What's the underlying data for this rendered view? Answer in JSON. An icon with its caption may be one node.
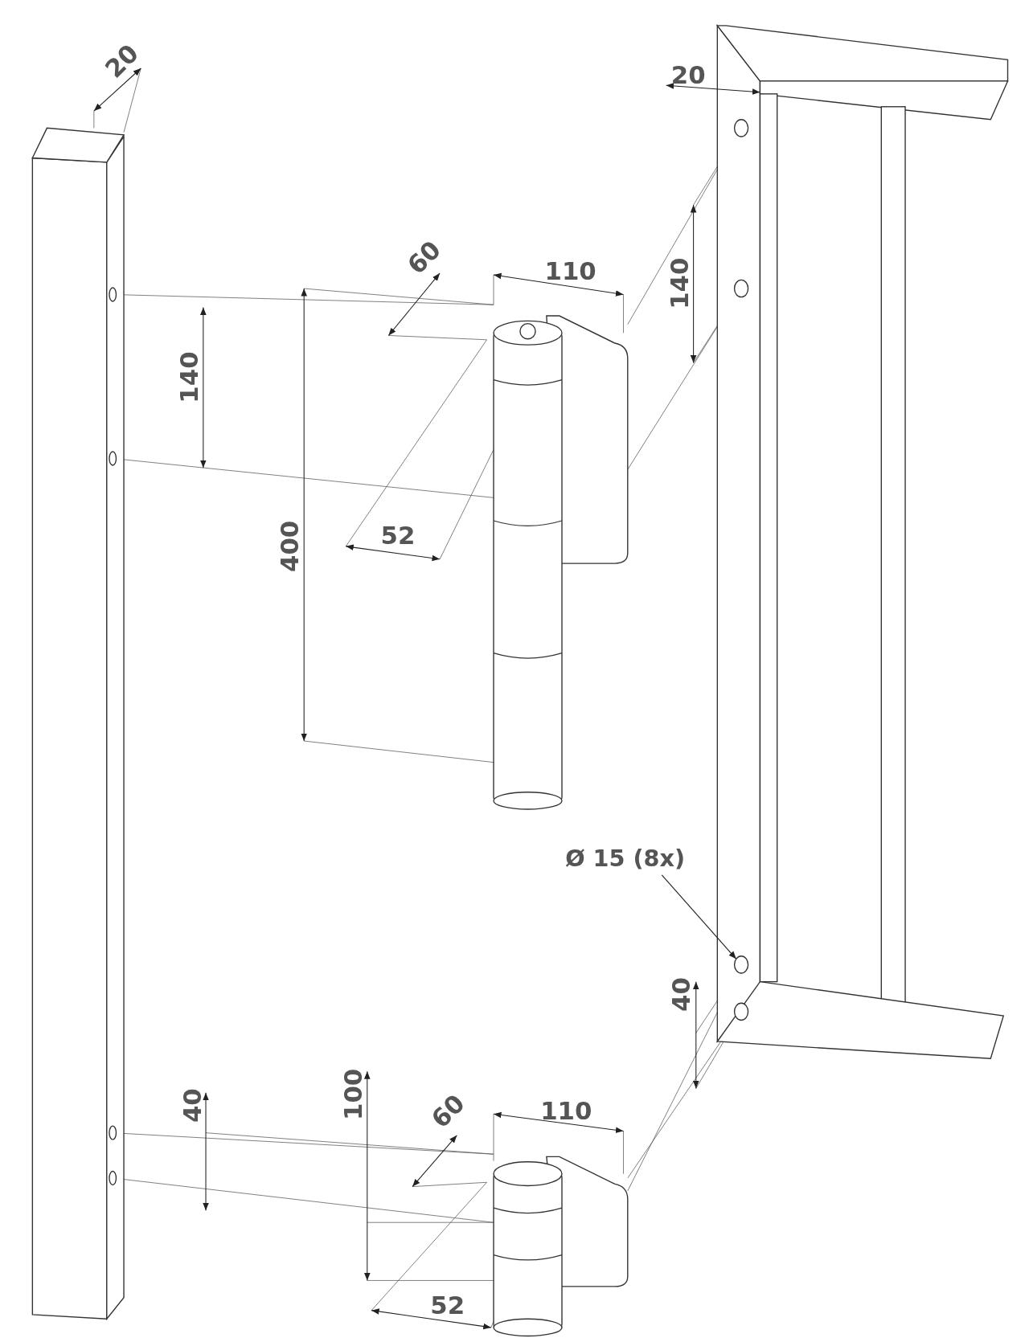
{
  "diagram": {
    "nodes": [
      {
        "text": [
          "Ø 15 (8x)"
        ]
      },
      {
        "text": [],
        "shape": "circle"
      }
    ],
    "edges": [
      {
        "from": 0,
        "to": 1,
        "arrow": "to"
      }
    ],
    "labels": [
      "20",
      "20",
      "60",
      "110",
      "140",
      "140",
      "52",
      "400",
      "40",
      "40",
      "100",
      "60",
      "110",
      "52"
    ]
  }
}
